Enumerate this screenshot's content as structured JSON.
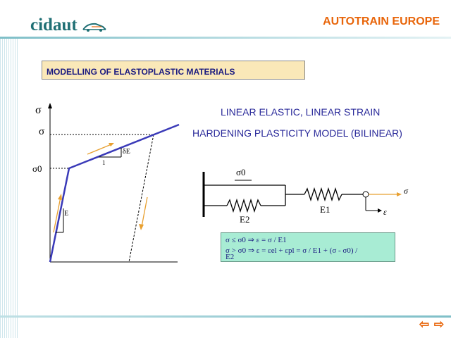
{
  "header": {
    "logo_text": "cidaut",
    "brand": "AUTOTRAIN EUROPE"
  },
  "section_title": "MODELLING OF ELASTOPLASTIC MATERIALS",
  "model": {
    "line1": "LINEAR ELASTIC, LINEAR STRAIN",
    "line2": "HARDENING PLASTICITY MODEL (BILINEAR)"
  },
  "graph_labels": {
    "sigma_axis": "σ",
    "sigma_level": "σ",
    "sigma0": "σ0",
    "slope_one": "1",
    "delta_e": "δE",
    "e_label": "E"
  },
  "spring_model": {
    "sigma0": "σ0",
    "e2": "E2",
    "e1": "E1",
    "sigma": "σ",
    "epsilon": "ε"
  },
  "formulas": {
    "line1": "σ ≤ σ0 ⇒ ε = σ / E1",
    "line2": "σ > σ0 ⇒ ε = εel + εpl = σ / E1 + (σ - σ0) /",
    "line3": "E2"
  },
  "nav": {
    "prev": "⇦",
    "next": "⇨"
  },
  "colors": {
    "accent": "#e8650a",
    "curve": "#3a3ab8",
    "title_box": "#fae8b8",
    "formula_box": "#a8ecd4"
  }
}
